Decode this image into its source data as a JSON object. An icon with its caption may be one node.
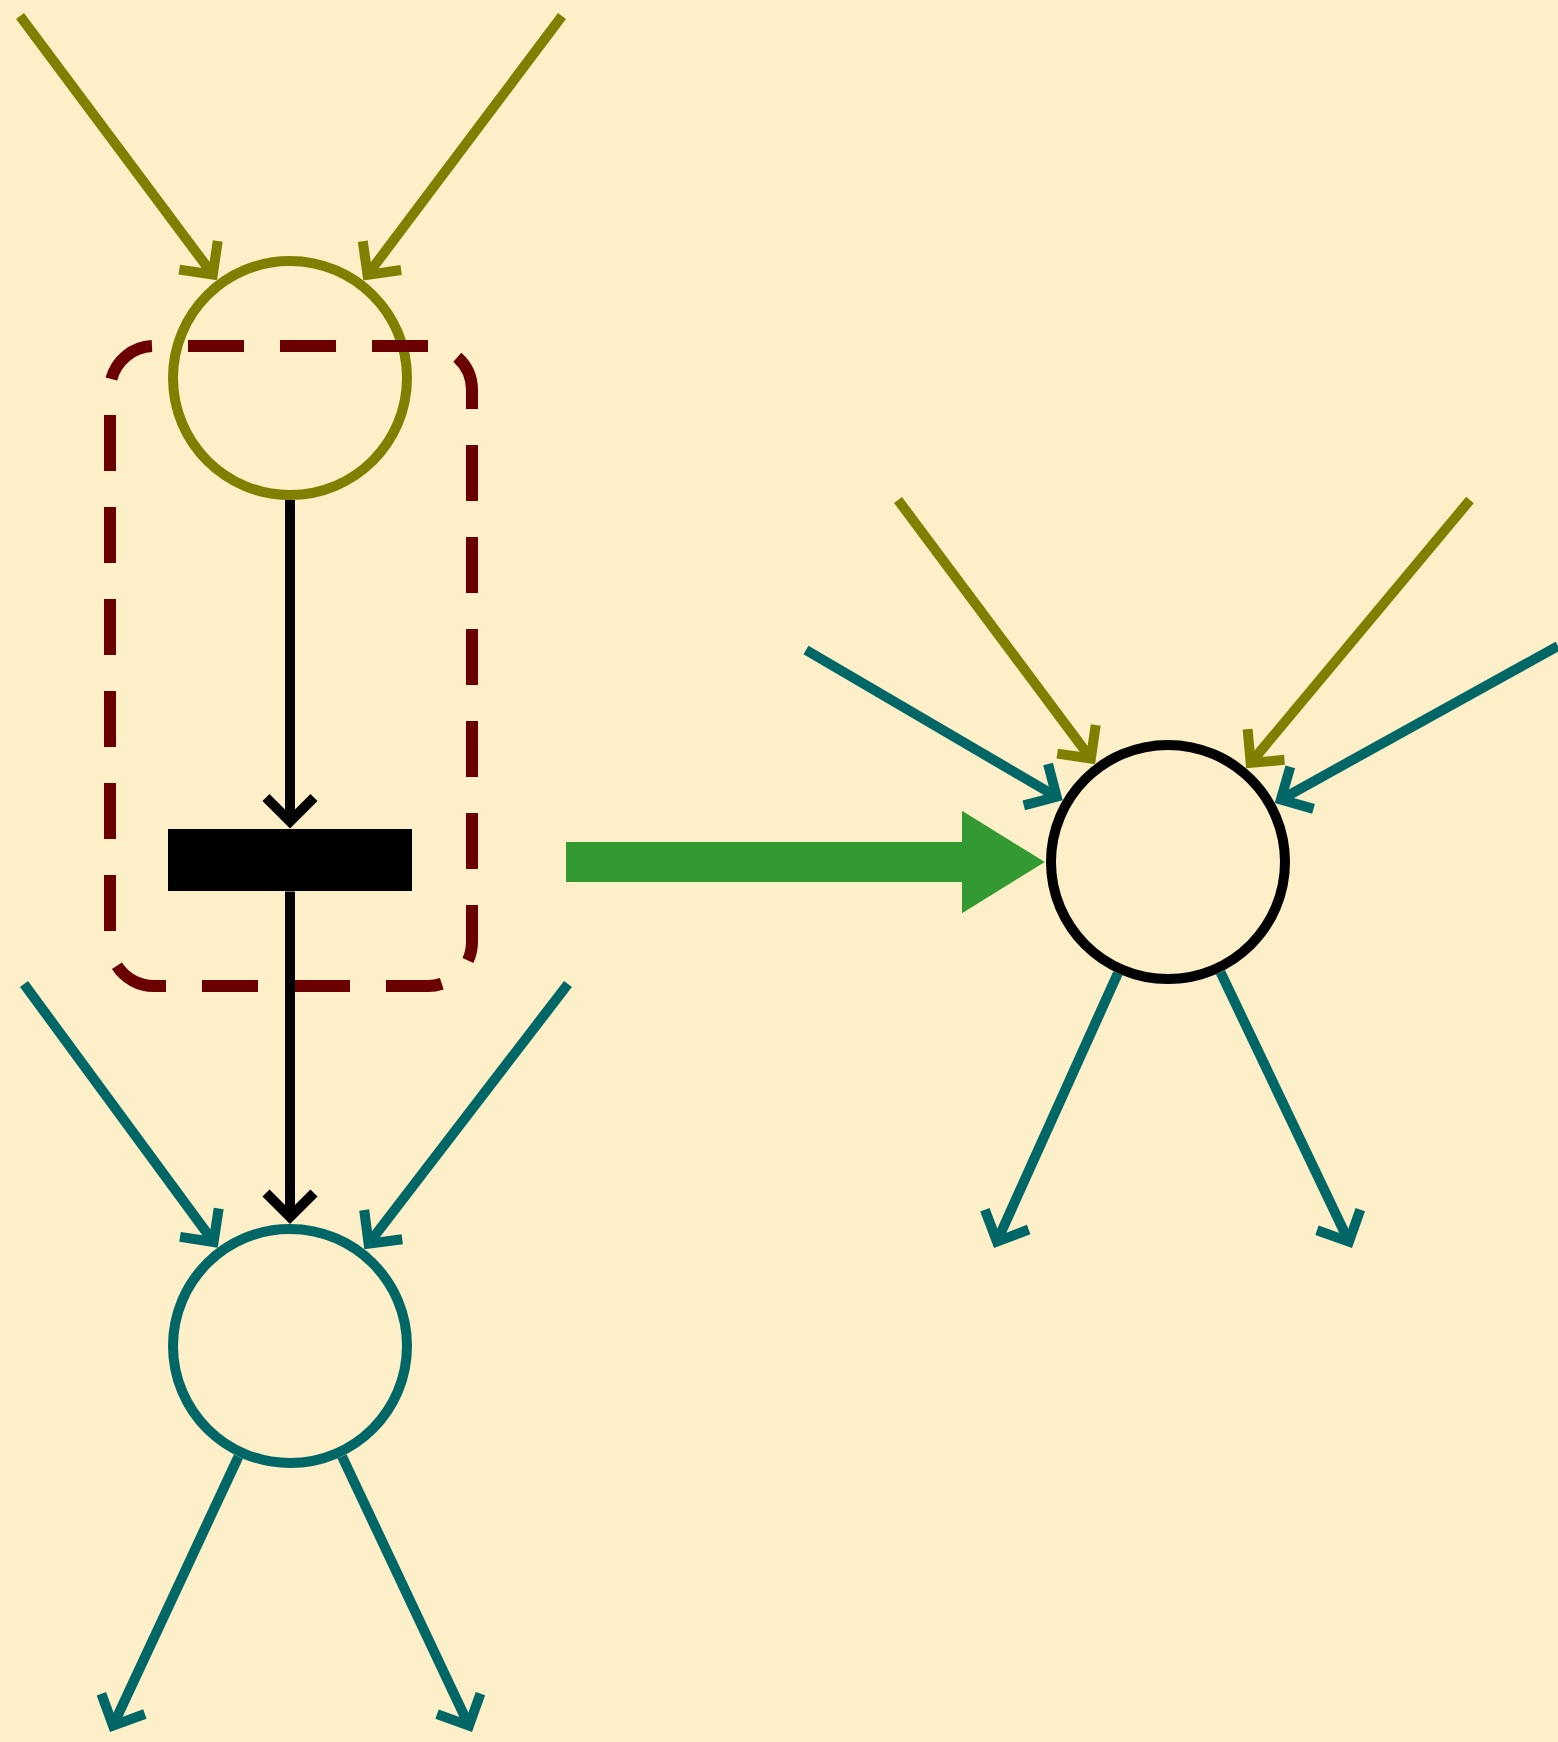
{
  "diagram": {
    "nodes": [
      {
        "text": [],
        "shape": "circle"
      },
      {
        "text": [],
        "shape": "box"
      },
      {
        "text": [],
        "shape": "bar",
        "in": 1
      },
      {
        "text": [],
        "shape": "circle"
      },
      {
        "text": [],
        "shape": "circle"
      }
    ],
    "edges": [
      {
        "from": null,
        "to": 0,
        "arrow": "to",
        "color": "#808000"
      },
      {
        "from": null,
        "to": 0,
        "arrow": "to",
        "color": "#808000"
      },
      {
        "from": 0,
        "to": 2,
        "arrow": "to",
        "color": "#000000"
      },
      {
        "from": 2,
        "to": 3,
        "arrow": "to",
        "color": "#000000"
      },
      {
        "from": null,
        "to": 3,
        "arrow": "to"
      },
      {
        "from": null,
        "to": 3,
        "arrow": "to"
      },
      {
        "from": 3,
        "to": null,
        "arrow": "to"
      },
      {
        "from": 3,
        "to": null,
        "arrow": "to"
      },
      {
        "from": null,
        "to": 4,
        "arrow": "to",
        "color": "#808000"
      },
      {
        "from": null,
        "to": 4,
        "arrow": "to",
        "color": "#808000"
      },
      {
        "from": null,
        "to": 4,
        "arrow": "to"
      },
      {
        "from": null,
        "to": 4,
        "arrow": "to"
      },
      {
        "from": 4,
        "to": null,
        "arrow": "to"
      },
      {
        "from": 4,
        "to": null,
        "arrow": "to"
      },
      {
        "from": 1,
        "to": 4,
        "arrow": "to",
        "style": "thick",
        "color": "#339933"
      }
    ]
  }
}
